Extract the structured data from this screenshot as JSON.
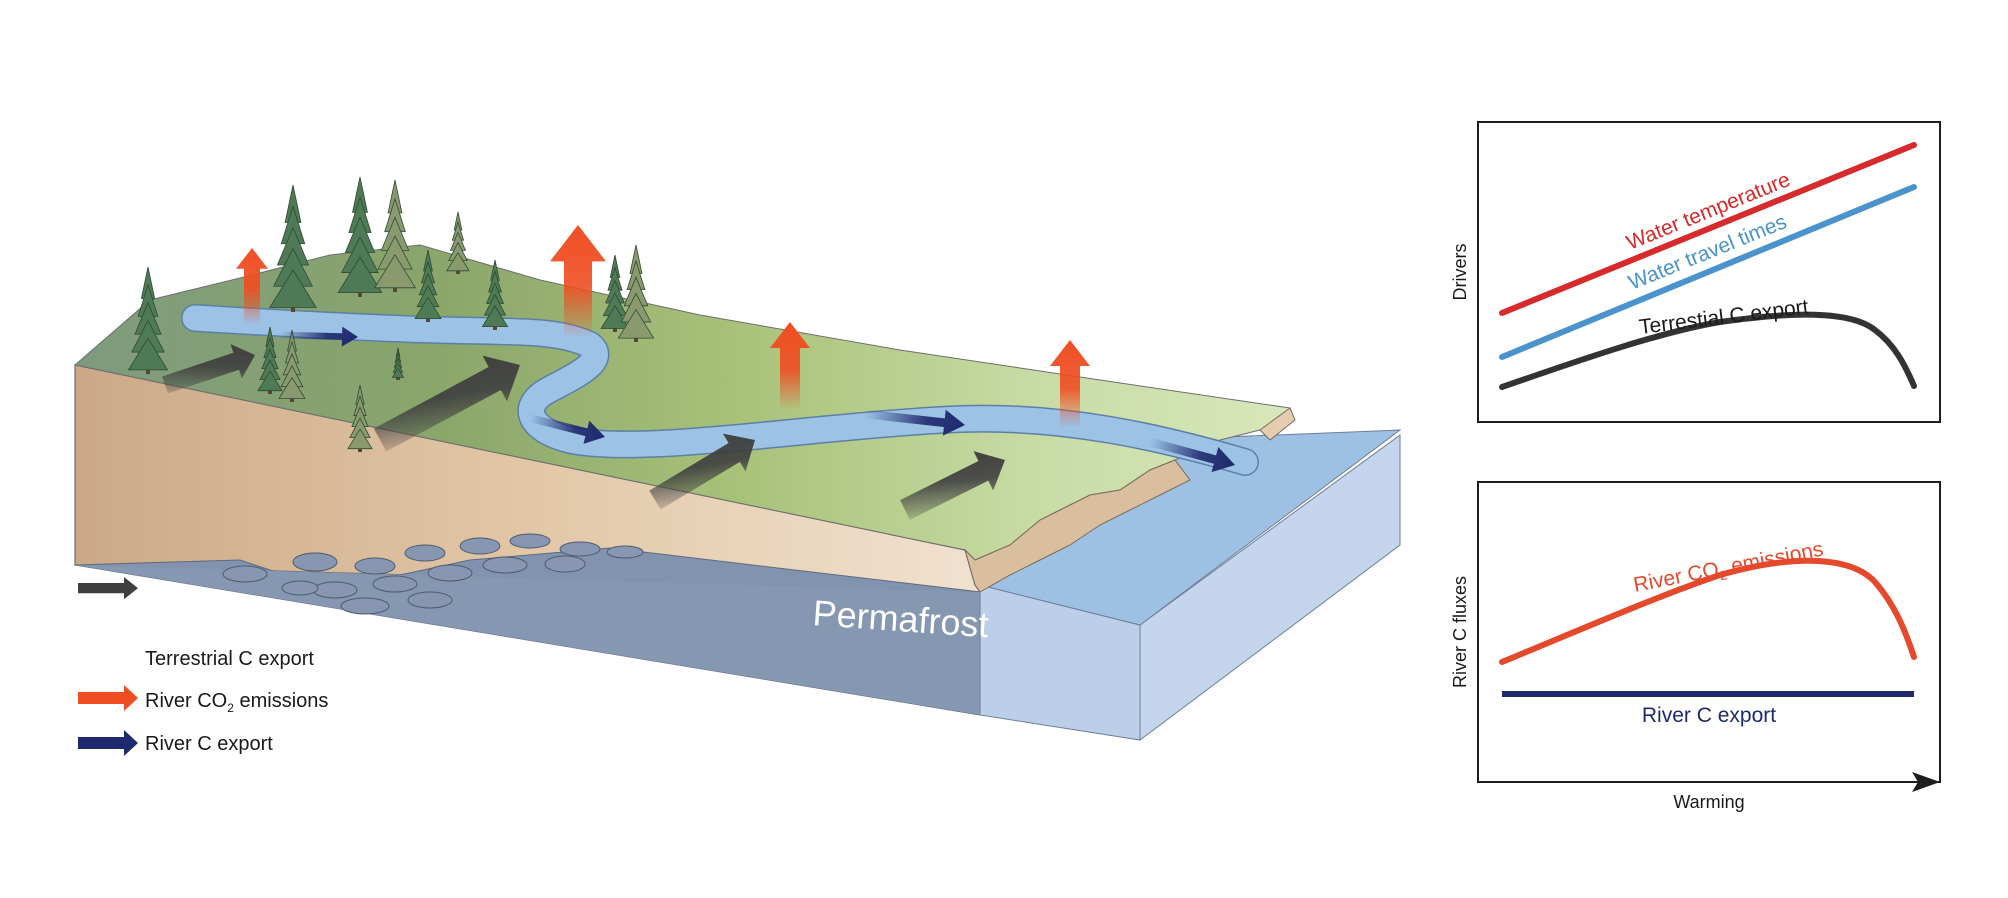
{
  "block": {
    "permafrost_label": "Permafrost"
  },
  "legend": {
    "items": [
      {
        "label": "Terrestrial C export",
        "color": "#3f3f3f"
      },
      {
        "label": "River CO",
        "sub": "2",
        "suffix": " emissions",
        "color": "#ef4e23"
      },
      {
        "label": "River C export",
        "color": "#1f2a6e"
      }
    ]
  },
  "top_panel": {
    "ylabel": "Drivers",
    "lines": [
      {
        "label": "Water temperature",
        "color": "#d72a2c"
      },
      {
        "label": "Water travel times",
        "color": "#4a93cc"
      },
      {
        "label": "Terrestial C export",
        "color": "#333333"
      }
    ]
  },
  "bottom_panel": {
    "ylabel": "River C fluxes",
    "xlabel": "Warming",
    "lines": [
      {
        "label": "River CO",
        "sub": "2",
        "suffix": " emissions",
        "color": "#e5492b"
      },
      {
        "label": "River C export",
        "color": "#1f2a6e"
      }
    ]
  },
  "colors": {
    "terrestrial_arrow": "#3f3f3f",
    "co2_arrow": "#ef4e23",
    "river_export_arrow": "#1f2a6e",
    "river": "#9cc3e6",
    "ocean": "#9ec1e3",
    "permafrost": "#8193ae",
    "soil": "#e8cfb2"
  }
}
